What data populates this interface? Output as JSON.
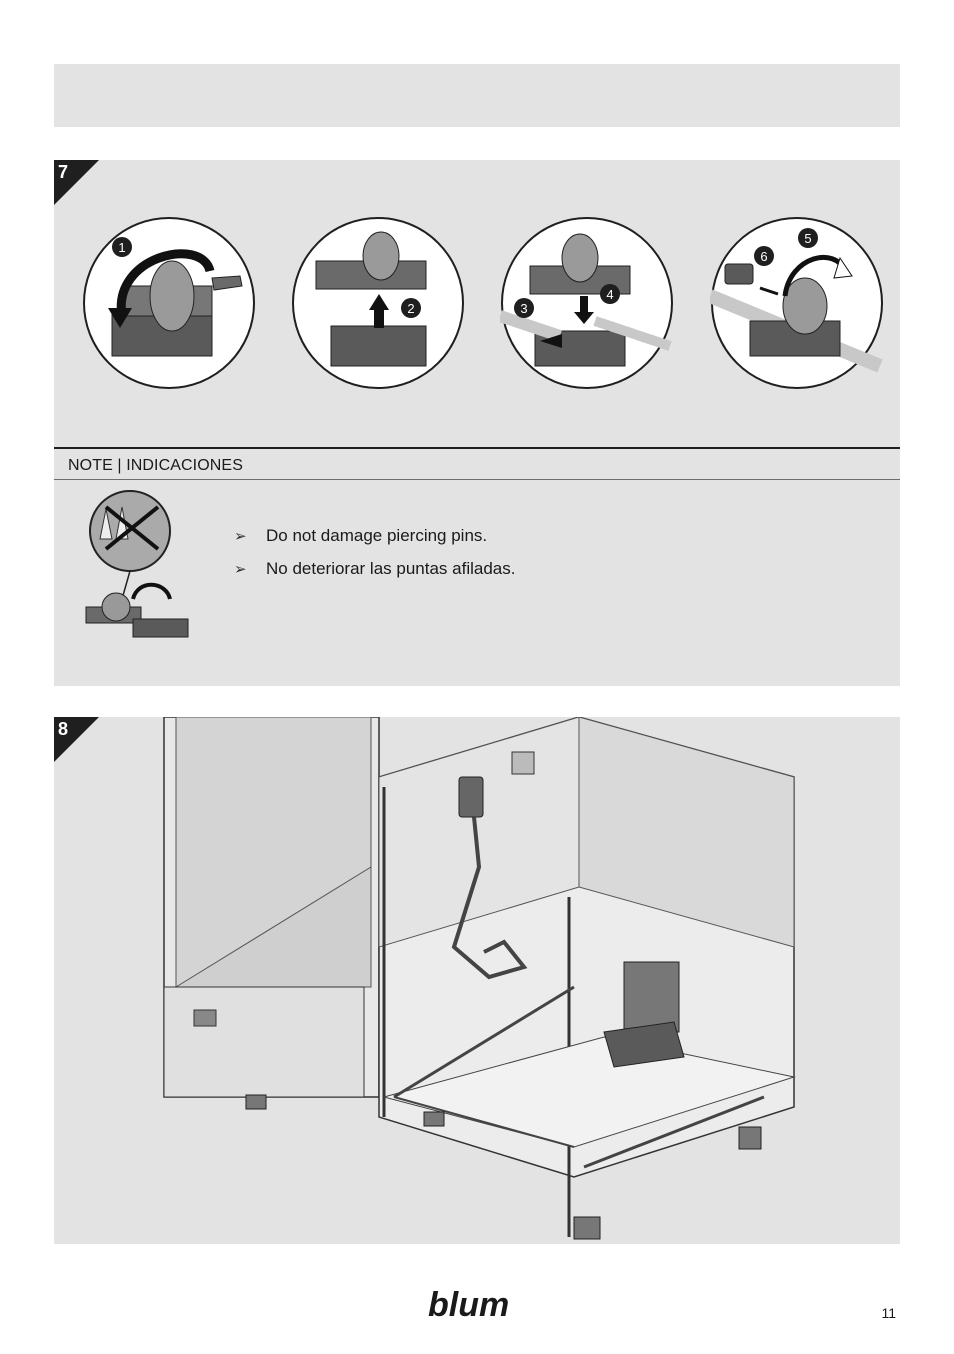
{
  "step7": {
    "number": "7",
    "callouts": [
      "1",
      "2",
      "3",
      "4",
      "5",
      "6"
    ]
  },
  "note": {
    "header": "NOTE | INDICACIONES",
    "bullets": [
      "Do not damage piercing pins.",
      "No deteriorar las puntas afiladas."
    ],
    "bullet_glyph": "➢"
  },
  "step8": {
    "number": "8"
  },
  "footer": {
    "brand": "blum",
    "page_number": "11"
  },
  "colors": {
    "panel": "#e3e3e3",
    "dark": "#1f1f1f",
    "part": "#5a5a5a"
  }
}
